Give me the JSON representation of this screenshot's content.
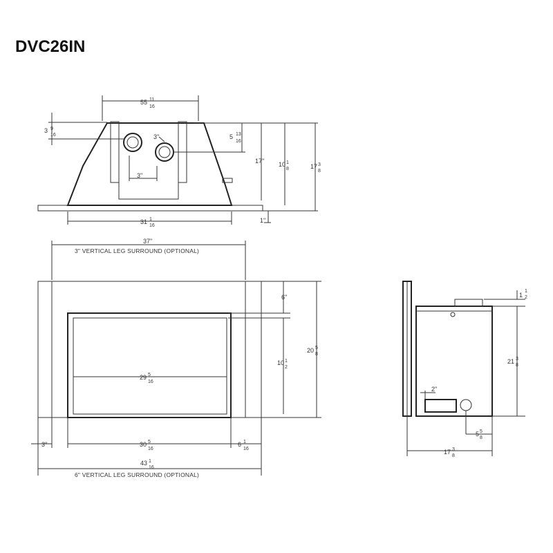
{
  "title": "DVC26IN",
  "top_view": {
    "width_top": {
      "whole": "55",
      "num": "11",
      "den": "16"
    },
    "width_base": {
      "whole": "31",
      "num": "1",
      "den": "16"
    },
    "left_offset": {
      "whole": "3",
      "num": "9",
      "den": "16"
    },
    "vent_offset": {
      "whole": "5",
      "num": "13",
      "den": "16"
    },
    "vent_size": "3\"",
    "vent_spacing": "3\"",
    "depth_inner": "17\"",
    "depth_mid": {
      "whole": "10",
      "num": "1",
      "den": "8"
    },
    "depth_total": {
      "whole": "17",
      "num": "3",
      "den": "8"
    },
    "base_step": "1\""
  },
  "front_view": {
    "surround_width": "37\"",
    "surround_3in_label": "3\" VERTICAL LEG SURROUND (OPTIONAL)",
    "surround_6in_label": "6\" VERTICAL LEG SURROUND (OPTIONAL)",
    "top_gap": "6\"",
    "opening_width": {
      "whole": "29",
      "num": "5",
      "den": "16"
    },
    "opening_height": {
      "whole": "10",
      "num": "1",
      "den": "2"
    },
    "overall_height": {
      "whole": "20",
      "num": "5",
      "den": "8"
    },
    "left_leg": "3\"",
    "frame_width": {
      "whole": "30",
      "num": "5",
      "den": "16"
    },
    "right_leg": {
      "whole": "6",
      "num": "1",
      "den": "16"
    },
    "overall_width": {
      "whole": "43",
      "num": "1",
      "den": "16"
    }
  },
  "side_view": {
    "top_offset": {
      "whole": "1",
      "num": "1",
      "den": "2"
    },
    "height": {
      "whole": "21",
      "num": "3",
      "den": "8"
    },
    "control_gap": "2\"",
    "bottom_offset": {
      "whole": "5",
      "num": "5",
      "den": "8"
    },
    "depth": {
      "whole": "17",
      "num": "3",
      "den": "8"
    }
  }
}
